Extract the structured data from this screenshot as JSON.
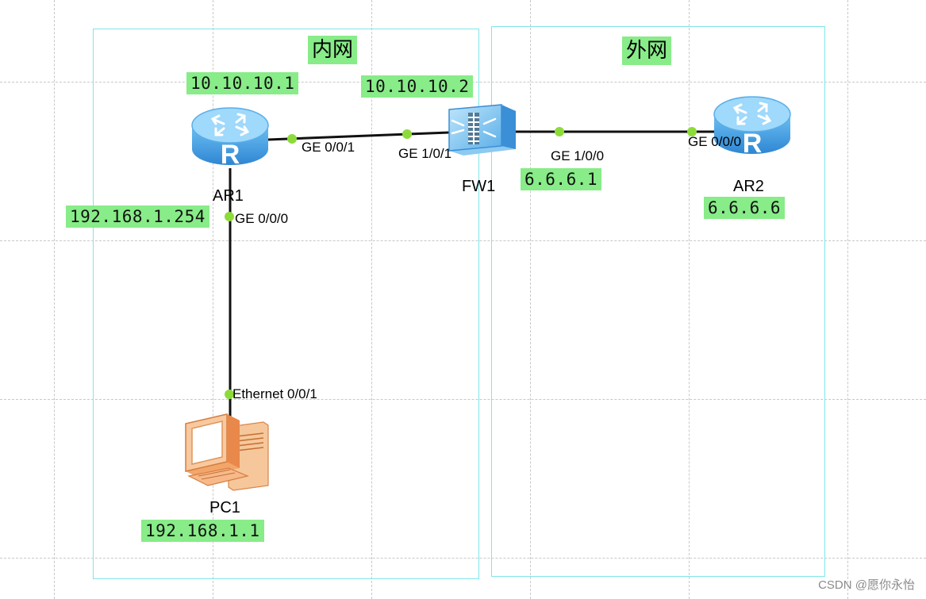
{
  "zones": {
    "inner_title": "内网",
    "outer_title": "外网"
  },
  "devices": {
    "ar1": {
      "name": "AR1",
      "type": "router",
      "icon": "router-icon"
    },
    "fw1": {
      "name": "FW1",
      "type": "firewall",
      "icon": "firewall-icon"
    },
    "ar2": {
      "name": "AR2",
      "type": "router",
      "icon": "router-icon"
    },
    "pc1": {
      "name": "PC1",
      "type": "pc",
      "icon": "pc-icon"
    }
  },
  "ips": {
    "ar1_ge001": "10.10.10.1",
    "fw1_ge101": "10.10.10.2",
    "ar1_ge000": "192.168.1.254",
    "fw1_ge100": "6.6.6.1",
    "ar2_ge000": "6.6.6.6",
    "pc1_eth": "192.168.1.1"
  },
  "ports": {
    "ar1_ge001": "GE 0/0/1",
    "fw1_ge101": "GE 1/0/1",
    "fw1_ge100": "GE 1/0/0",
    "ar2_ge000": "GE 0/0/0",
    "ar1_ge000": "GE 0/0/0",
    "pc1_eth": "Ethernet 0/0/1"
  },
  "colors": {
    "label_bg": "#88ec88",
    "zone_border": "#7fe6ea",
    "router_body": "#4aa6e8",
    "link_dot": "#8ddb3a"
  },
  "watermark": "CSDN @愿你永怡"
}
